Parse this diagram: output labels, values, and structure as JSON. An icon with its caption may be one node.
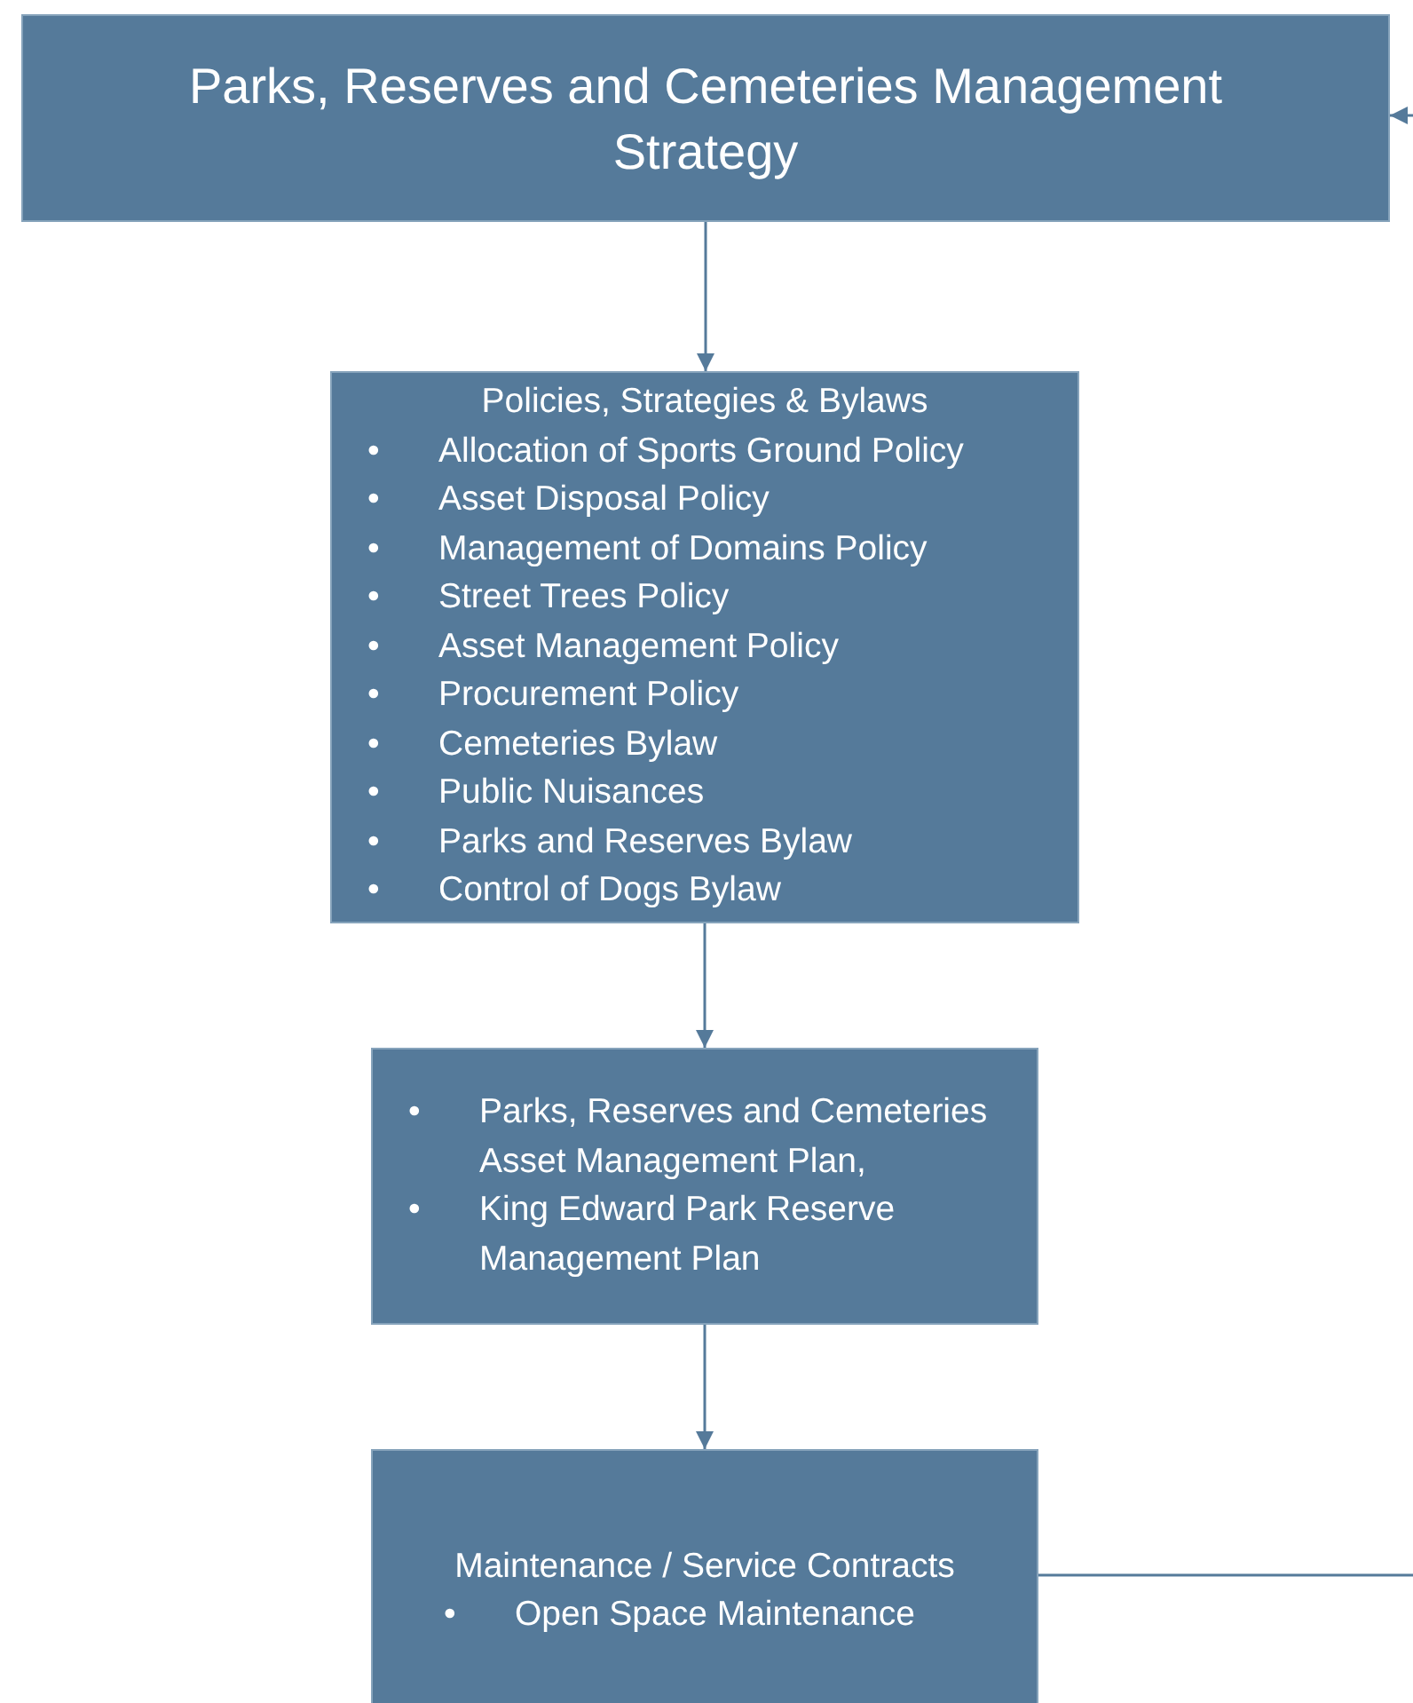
{
  "diagram": {
    "nodes": [
      {
        "text": [
          "Parks, Reserves and Cemeteries Management Strategy"
        ]
      },
      {
        "text": [
          "Policies, Strategies & Bylaws",
          "• Allocation of Sports Ground Policy",
          "• Asset Disposal Policy",
          "• Management of Domains Policy",
          "• Street Trees Policy",
          "• Asset Management Policy",
          "• Procurement Policy",
          "• Cemeteries Bylaw",
          "• Public Nuisances",
          "• Parks and Reserves Bylaw",
          "• Control of Dogs Bylaw"
        ]
      },
      {
        "text": [
          "• Parks, Reserves and Cemeteries Asset Management Plan,",
          "• King Edward Park Reserve Management Plan"
        ]
      },
      {
        "text": [
          "Maintenance / Service Contracts",
          "• Open Space Maintenance"
        ]
      }
    ],
    "edges": [
      {
        "from": 0,
        "to": 1,
        "arrow": "to"
      },
      {
        "from": 1,
        "to": 2,
        "arrow": "to"
      },
      {
        "from": 2,
        "to": 3,
        "arrow": "to"
      },
      {
        "from": 3,
        "to": 0,
        "arrow": "to"
      }
    ]
  }
}
